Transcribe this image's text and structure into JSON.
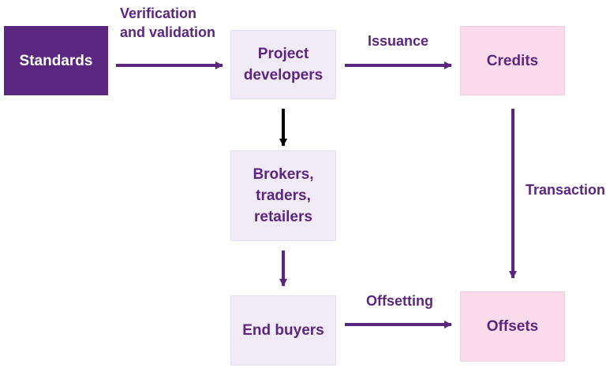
{
  "nodes": {
    "standards": "Standards",
    "project_developers": "Project\ndevelopers",
    "credits": "Credits",
    "brokers": "Brokers,\ntraders,\nretailers",
    "end_buyers": "End buyers",
    "offsets": "Offsets"
  },
  "edges": {
    "verification": "Verification\nand validation",
    "issuance": "Issuance",
    "transaction": "Transaction",
    "offsetting": "Offsetting"
  },
  "colors": {
    "primary": "#5b2680",
    "lavender_box": "#f1ebf8",
    "pink_box": "#fcdcec",
    "black_arrow": "#000000"
  }
}
